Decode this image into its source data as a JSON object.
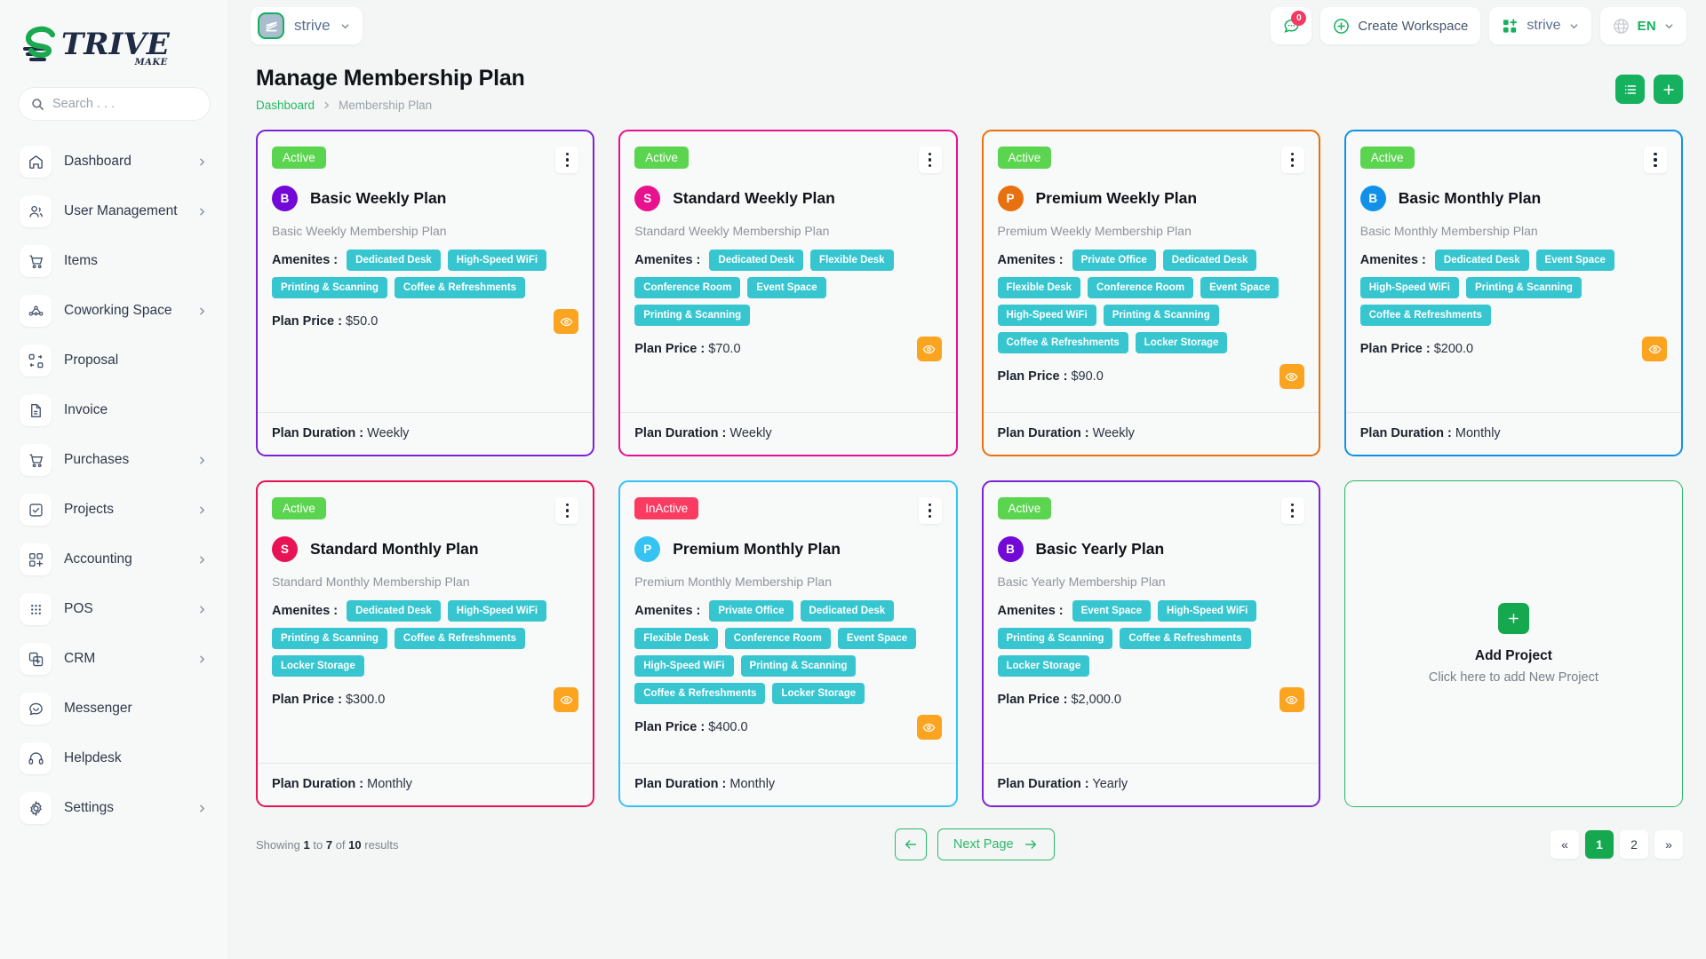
{
  "brand": {
    "logo_word": "TRIVE",
    "logo_sub": "MAKE",
    "logo_icon": "strive-s-logo-icon"
  },
  "search": {
    "placeholder": "Search . . ."
  },
  "sidebar": {
    "items": [
      {
        "label": "Dashboard",
        "icon": "home-icon",
        "chevron": true
      },
      {
        "label": "User Management",
        "icon": "users-icon",
        "chevron": true
      },
      {
        "label": "Items",
        "icon": "cart-icon",
        "chevron": false
      },
      {
        "label": "Coworking Space",
        "icon": "network-icon",
        "chevron": true
      },
      {
        "label": "Proposal",
        "icon": "proposal-icon",
        "chevron": false
      },
      {
        "label": "Invoice",
        "icon": "document-icon",
        "chevron": false
      },
      {
        "label": "Purchases",
        "icon": "cart-icon",
        "chevron": true
      },
      {
        "label": "Projects",
        "icon": "check-box-icon",
        "chevron": true
      },
      {
        "label": "Accounting",
        "icon": "grid-plus-icon",
        "chevron": true
      },
      {
        "label": "POS",
        "icon": "dots-grid-icon",
        "chevron": true
      },
      {
        "label": "CRM",
        "icon": "crm-icon",
        "chevron": true
      },
      {
        "label": "Messenger",
        "icon": "chat-icon",
        "chevron": false
      },
      {
        "label": "Helpdesk",
        "icon": "headset-icon",
        "chevron": false
      },
      {
        "label": "Settings",
        "icon": "gear-icon",
        "chevron": true
      }
    ]
  },
  "topbar": {
    "workspace_name": "strive",
    "workspace_icon": "building-icon",
    "workspace_chevron": "chevron-down-icon",
    "messages_icon": "chat-bubble-icon",
    "messages_badge": "0",
    "create_workspace_label": "Create Workspace",
    "create_workspace_icon": "plus-circle-icon",
    "workspace_switcher_label": "strive",
    "workspace_switcher_icon": "grid-plus-icon",
    "language_label": "EN",
    "language_icon": "globe-icon"
  },
  "page": {
    "title": "Manage Membership Plan",
    "breadcrumb": {
      "root": "Dashboard",
      "separator": ">",
      "current": "Membership Plan"
    },
    "actions": [
      {
        "name": "list-view-button",
        "icon": "list-icon"
      },
      {
        "name": "add-button",
        "icon": "plus-icon"
      }
    ]
  },
  "labels": {
    "amenities": "Amenites :",
    "plan_price": "Plan Price :",
    "plan_duration": "Plan Duration :",
    "view_icon": "eye-icon",
    "menu_icon": "kebab-menu-icon"
  },
  "colors": {
    "accent_green": "#16a84f",
    "chip_teal": "#37c6d0",
    "status_active": "#5bd44f",
    "status_inactive": "#fa3b62",
    "eye_orange": "#fba420"
  },
  "cards": [
    {
      "status": "Active",
      "status_type": "active",
      "initial": "B",
      "avatar_color": "#7209d6",
      "title": "Basic Weekly Plan",
      "description": "Basic Weekly Membership Plan",
      "amenities": [
        "Dedicated Desk",
        "High-Speed WiFi",
        "Printing & Scanning",
        "Coffee & Refreshments"
      ],
      "price": "$50.0",
      "duration": "Weekly",
      "border_color": "#7b24d6"
    },
    {
      "status": "Active",
      "status_type": "active",
      "initial": "S",
      "avatar_color": "#e8128f",
      "title": "Standard Weekly Plan",
      "description": "Standard Weekly Membership Plan",
      "amenities": [
        "Dedicated Desk",
        "Flexible Desk",
        "Conference Room",
        "Event Space",
        "Printing & Scanning"
      ],
      "price": "$70.0",
      "duration": "Weekly",
      "border_color": "#e8128f"
    },
    {
      "status": "Active",
      "status_type": "active",
      "initial": "P",
      "avatar_color": "#e8710f",
      "title": "Premium Weekly Plan",
      "description": "Premium Weekly Membership Plan",
      "amenities": [
        "Private Office",
        "Dedicated Desk",
        "Flexible Desk",
        "Conference Room",
        "Event Space",
        "High-Speed WiFi",
        "Printing & Scanning",
        "Coffee & Refreshments",
        "Locker Storage"
      ],
      "price": "$90.0",
      "duration": "Weekly",
      "border_color": "#e8710f"
    },
    {
      "status": "Active",
      "status_type": "active",
      "initial": "B",
      "avatar_color": "#1391e8",
      "title": "Basic Monthly Plan",
      "description": "Basic Monthly Membership Plan",
      "amenities": [
        "Dedicated Desk",
        "Event Space",
        "High-Speed WiFi",
        "Printing & Scanning",
        "Coffee & Refreshments"
      ],
      "price": "$200.0",
      "duration": "Monthly",
      "border_color": "#1391e8"
    },
    {
      "status": "Active",
      "status_type": "active",
      "initial": "S",
      "avatar_color": "#e81355",
      "title": "Standard Monthly Plan",
      "description": "Standard Monthly Membership Plan",
      "amenities": [
        "Dedicated Desk",
        "High-Speed WiFi",
        "Printing & Scanning",
        "Coffee & Refreshments",
        "Locker Storage"
      ],
      "price": "$300.0",
      "duration": "Monthly",
      "border_color": "#e81355"
    },
    {
      "status": "InActive",
      "status_type": "inactive",
      "initial": "P",
      "avatar_color": "#35c3f3",
      "title": "Premium Monthly Plan",
      "description": "Premium Monthly Membership Plan",
      "amenities": [
        "Private Office",
        "Dedicated Desk",
        "Flexible Desk",
        "Conference Room",
        "Event Space",
        "High-Speed WiFi",
        "Printing & Scanning",
        "Coffee & Refreshments",
        "Locker Storage"
      ],
      "price": "$400.0",
      "duration": "Monthly",
      "border_color": "#35c3f3"
    },
    {
      "status": "Active",
      "status_type": "active",
      "initial": "B",
      "avatar_color": "#7209d6",
      "title": "Basic Yearly Plan",
      "description": "Basic Yearly Membership Plan",
      "amenities": [
        "Event Space",
        "High-Speed WiFi",
        "Printing & Scanning",
        "Coffee & Refreshments",
        "Locker Storage"
      ],
      "price": "$2,000.0",
      "duration": "Yearly",
      "border_color": "#7b24d6"
    }
  ],
  "add_card": {
    "title": "Add Project",
    "subtitle": "Click here to add New Project",
    "icon": "plus-icon"
  },
  "footer": {
    "showing_prefix": "Showing",
    "showing_from": "1",
    "showing_mid": "to",
    "showing_to": "7",
    "showing_of": "of",
    "showing_total": "10",
    "showing_suffix": "results",
    "prev_icon": "arrow-left-icon",
    "next_label": "Next Page",
    "next_icon": "arrow-right-icon",
    "pages": [
      "«",
      "1",
      "2",
      "»"
    ],
    "current_page": "1"
  }
}
